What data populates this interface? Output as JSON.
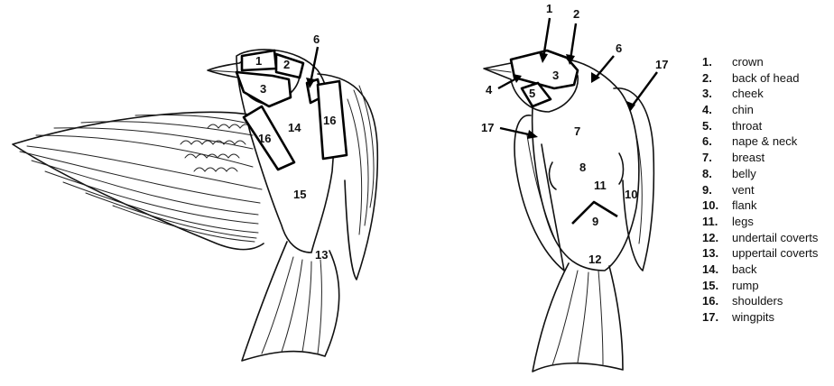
{
  "legend": [
    {
      "num": "1.",
      "term": "crown"
    },
    {
      "num": "2.",
      "term": "back of head"
    },
    {
      "num": "3.",
      "term": "cheek"
    },
    {
      "num": "4.",
      "term": "chin"
    },
    {
      "num": "5.",
      "term": "throat"
    },
    {
      "num": "6.",
      "term": "nape & neck"
    },
    {
      "num": "7.",
      "term": "breast"
    },
    {
      "num": "8.",
      "term": "belly"
    },
    {
      "num": "9.",
      "term": "vent"
    },
    {
      "num": "10.",
      "term": "flank"
    },
    {
      "num": "11.",
      "term": "legs"
    },
    {
      "num": "12.",
      "term": "undertail coverts"
    },
    {
      "num": "13.",
      "term": "uppertail coverts"
    },
    {
      "num": "14.",
      "term": "back"
    },
    {
      "num": "15.",
      "term": "rump"
    },
    {
      "num": "16.",
      "term": "shoulders"
    },
    {
      "num": "17.",
      "term": "wingpits"
    }
  ],
  "dorsal_labels": {
    "crown": "1",
    "back_of_head": "2",
    "cheek": "3",
    "nape": "6",
    "back": "14",
    "shoulder_left": "16",
    "shoulder_right": "16",
    "rump": "15",
    "uppertail": "13"
  },
  "ventral_labels": {
    "crown": "1",
    "back_of_head": "2",
    "cheek": "3",
    "chin": "4",
    "throat": "5",
    "nape": "6",
    "wingpit_right": "17",
    "wingpit_left": "17",
    "breast": "7",
    "belly": "8",
    "legs": "11",
    "flank": "10",
    "vent": "9",
    "undertail": "12"
  }
}
